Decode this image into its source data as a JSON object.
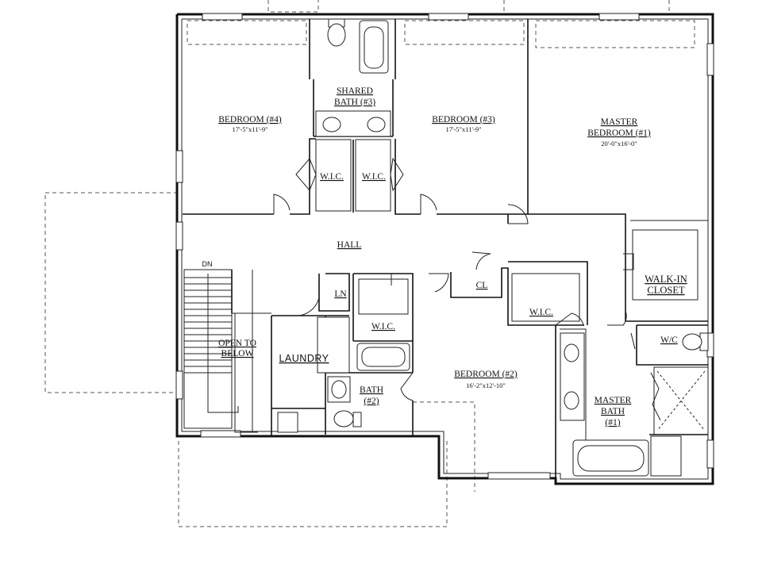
{
  "rooms": {
    "bedroom4": {
      "name": "BEDROOM (#4)",
      "size": "17'-5\"x11'-9\""
    },
    "bedroom3": {
      "name": "BEDROOM (#3)",
      "size": "17'-5\"x11'-9\""
    },
    "shared_bath": {
      "line1": "SHARED",
      "line2": "BATH (#3)"
    },
    "master_bedroom": {
      "line1": "MASTER",
      "line2": "BEDROOM (#1)",
      "size": "20'-0\"x16'-0\""
    },
    "wic_left": "W.I.C.",
    "wic_right": "W.I.C.",
    "hall": "HALL",
    "dn": "DN",
    "ln": "LN",
    "cl": "CL",
    "wic_center": "W.I.C.",
    "wic_master": "W.I.C.",
    "walk_in_closet": {
      "line1": "WALK-IN",
      "line2": "CLOSET"
    },
    "wc": "W/C",
    "open_to_below": {
      "line1": "OPEN TO",
      "line2": "BELOW"
    },
    "laundry": "LAUNDRY",
    "bath2": {
      "line1": "BATH",
      "line2": "(#2)"
    },
    "bedroom2": {
      "name": "BEDROOM (#2)",
      "size": "16'-2\"x12'-10\""
    },
    "master_bath": {
      "line1": "MASTER",
      "line2": "BATH",
      "line3": "(#1)"
    }
  }
}
